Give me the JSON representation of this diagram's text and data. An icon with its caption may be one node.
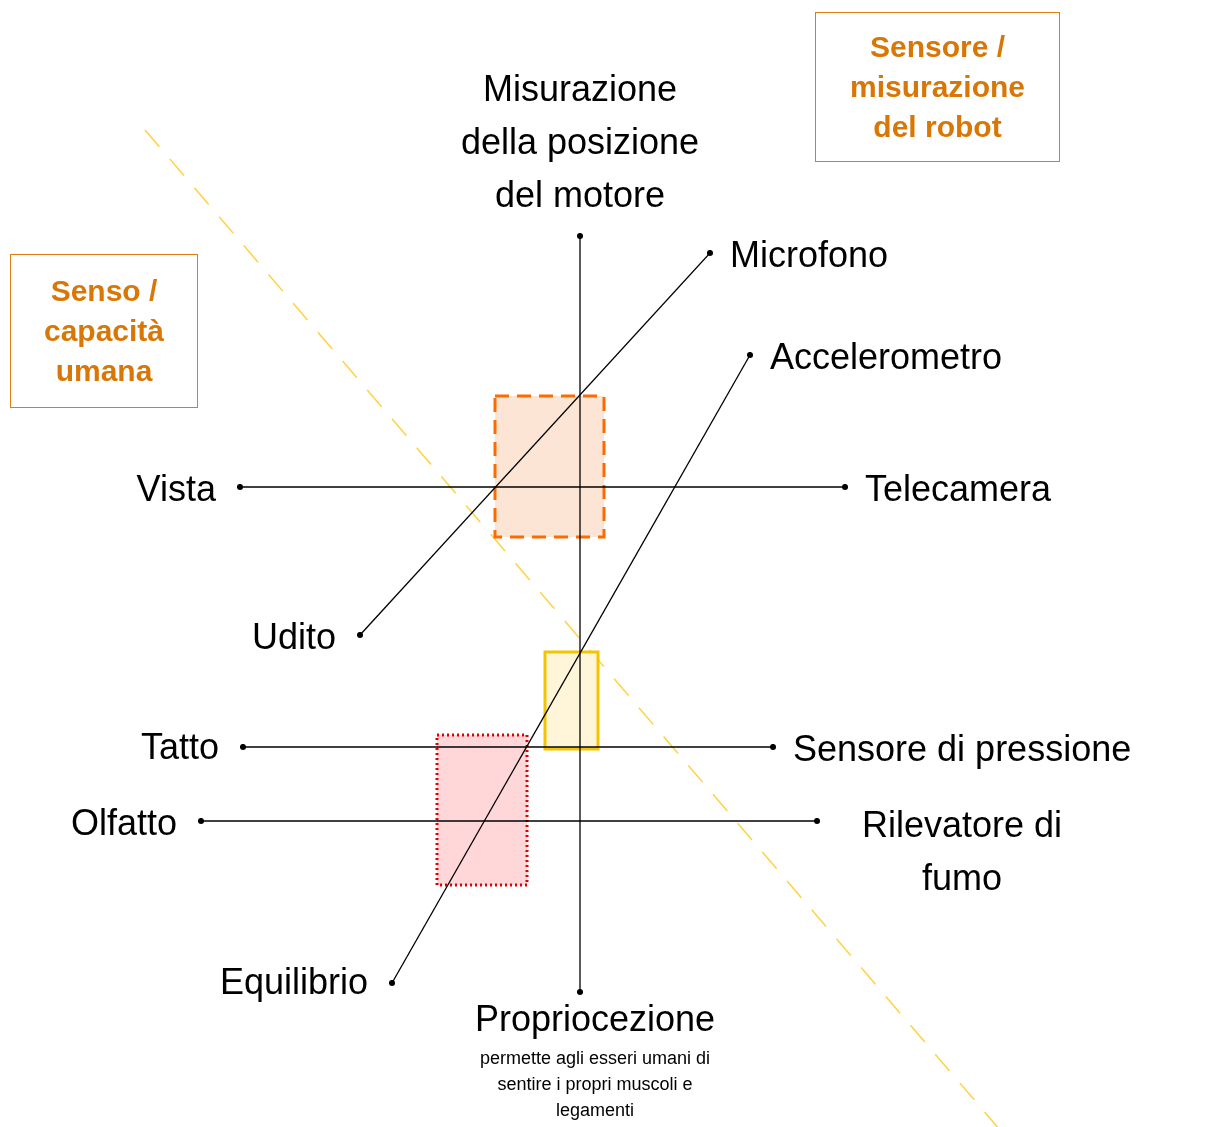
{
  "diagram": {
    "nodes": [
      {
        "text": [
          "Sensore / misurazione del robot"
        ]
      },
      {
        "text": [
          "Senso / capacità umana"
        ]
      },
      {
        "text": [
          "Misurazione della posizione del motore"
        ]
      },
      {
        "text": [
          "Microfono"
        ]
      },
      {
        "text": [
          "Accelerometro"
        ]
      },
      {
        "text": [
          "Vista"
        ]
      },
      {
        "text": [
          "Telecamera"
        ]
      },
      {
        "text": [
          "Udito"
        ]
      },
      {
        "text": [
          "Tatto"
        ]
      },
      {
        "text": [
          "Sensore di pressione"
        ]
      },
      {
        "text": [
          "Olfatto"
        ]
      },
      {
        "text": [
          "Rilevatore di fumo"
        ]
      },
      {
        "text": [
          "Equilibrio"
        ]
      },
      {
        "text": [
          "Propriocezione"
        ],
        "beside": [
          "permette agli esseri umani di sentire i propri muscoli e legamenti"
        ]
      }
    ],
    "edges": [
      {
        "from": 5,
        "to": 6,
        "arrow": "other"
      },
      {
        "from": 7,
        "to": 3,
        "arrow": "other"
      },
      {
        "from": 12,
        "to": 4,
        "arrow": "other"
      },
      {
        "from": 8,
        "to": 9,
        "arrow": "other"
      },
      {
        "from": 10,
        "to": 11,
        "arrow": "other"
      },
      {
        "from": 13,
        "to": 2,
        "arrow": "other"
      }
    ]
  }
}
